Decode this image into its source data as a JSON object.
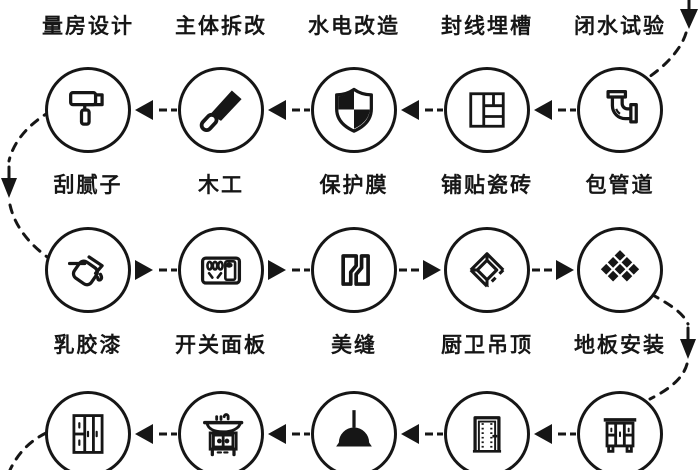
{
  "palette": {
    "background": "#ffffff",
    "ink": "#161616"
  },
  "flow": {
    "title": "home-renovation-process-flowchart",
    "top_row_labels": [
      "量房设计",
      "主体拆改",
      "水电改造",
      "封线埋槽",
      "闭水试验"
    ],
    "rows": [
      {
        "direction": "right-to-left",
        "steps": [
          {
            "label": "刮腻子",
            "icon": "paint-roller-icon"
          },
          {
            "label": "木工",
            "icon": "handsaw-icon"
          },
          {
            "label": "保护膜",
            "icon": "shield-icon"
          },
          {
            "label": "铺贴瓷砖",
            "icon": "tile-layout-icon"
          },
          {
            "label": "包管道",
            "icon": "pipe-elbow-icon"
          }
        ]
      },
      {
        "direction": "left-to-right",
        "steps": [
          {
            "label": "乳胶漆",
            "icon": "paint-bucket-icon"
          },
          {
            "label": "开关面板",
            "icon": "socket-panel-icon"
          },
          {
            "label": "美缝",
            "icon": "tile-grout-icon"
          },
          {
            "label": "厨卫吊顶",
            "icon": "ceiling-panel-icon"
          },
          {
            "label": "地板安装",
            "icon": "floor-tiles-icon"
          }
        ]
      },
      {
        "direction": "right-to-left",
        "steps": [
          {
            "icon": "wardrobe-icon"
          },
          {
            "icon": "bathroom-vanity-icon"
          },
          {
            "icon": "pendant-lamp-icon"
          },
          {
            "icon": "door-icon"
          },
          {
            "icon": "sideboard-icon"
          }
        ]
      }
    ],
    "transitions": [
      "from-top-row-into-right-end-of-row-1",
      "left-edge-row-1-to-row-2",
      "right-edge-row-2-to-row-3",
      "bottom-left-exit-from-row-3"
    ]
  }
}
